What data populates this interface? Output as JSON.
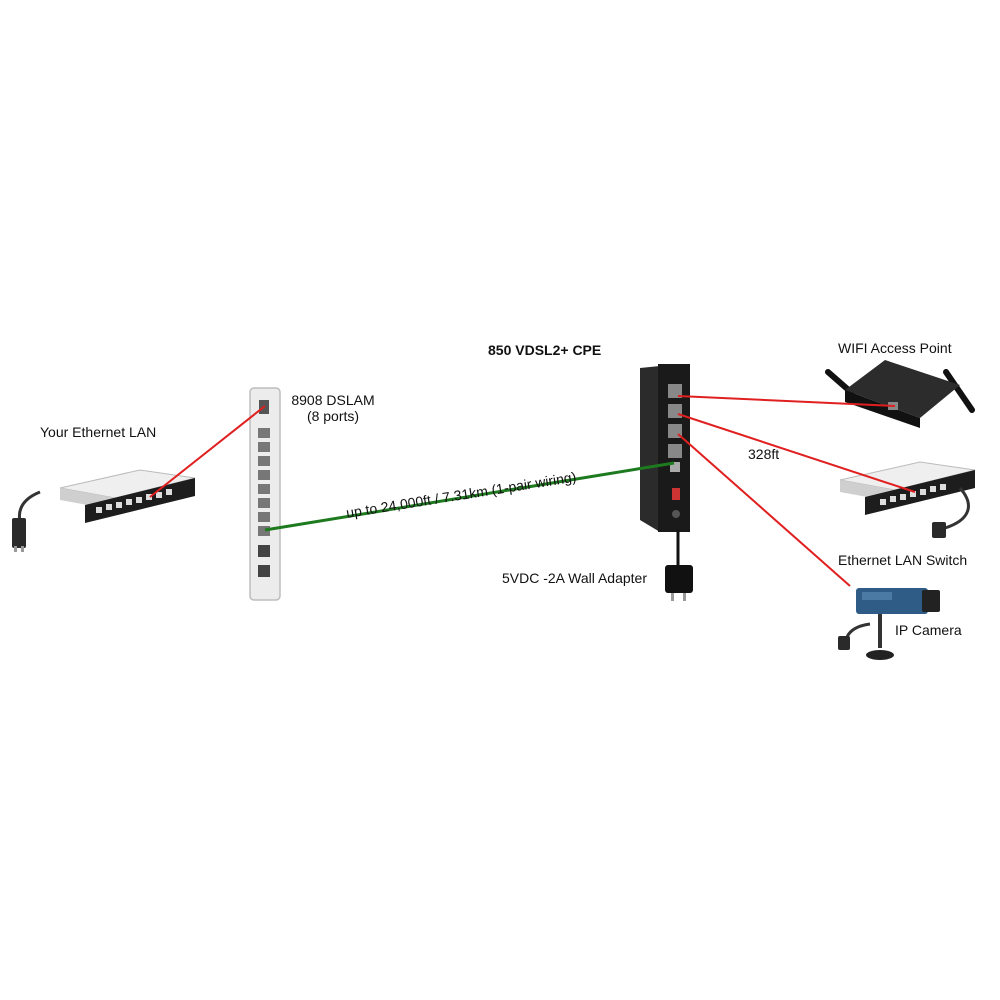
{
  "colors": {
    "ethernet_link": "#e02020",
    "vdsl_link": "#1e7a1e",
    "device_light": "#e8e8e8",
    "device_dark": "#1c1c1c"
  },
  "labels": {
    "lan": "Your Ethernet LAN",
    "dslam_name": "8908 DSLAM",
    "dslam_ports": "(8 ports)",
    "cpe": "850 VDSL2+ CPE",
    "wifi": "WIFI Access Point",
    "distance_short": "328ft",
    "switch": "Ethernet LAN Switch",
    "camera": "IP Camera",
    "power": "5VDC -2A Wall Adapter",
    "vdsl_distance": "up to 24,000ft / 7.31km (1-pair wiring)"
  },
  "devices": [
    {
      "id": "lan-switch-left",
      "icon": "network-switch-icon"
    },
    {
      "id": "dslam",
      "icon": "dslam-icon"
    },
    {
      "id": "cpe",
      "icon": "vdsl-cpe-icon"
    },
    {
      "id": "wifi-ap",
      "icon": "wifi-access-point-icon"
    },
    {
      "id": "lan-switch-right",
      "icon": "network-switch-icon"
    },
    {
      "id": "ip-camera",
      "icon": "ip-camera-icon"
    },
    {
      "id": "wall-adapter",
      "icon": "power-adapter-icon"
    }
  ]
}
